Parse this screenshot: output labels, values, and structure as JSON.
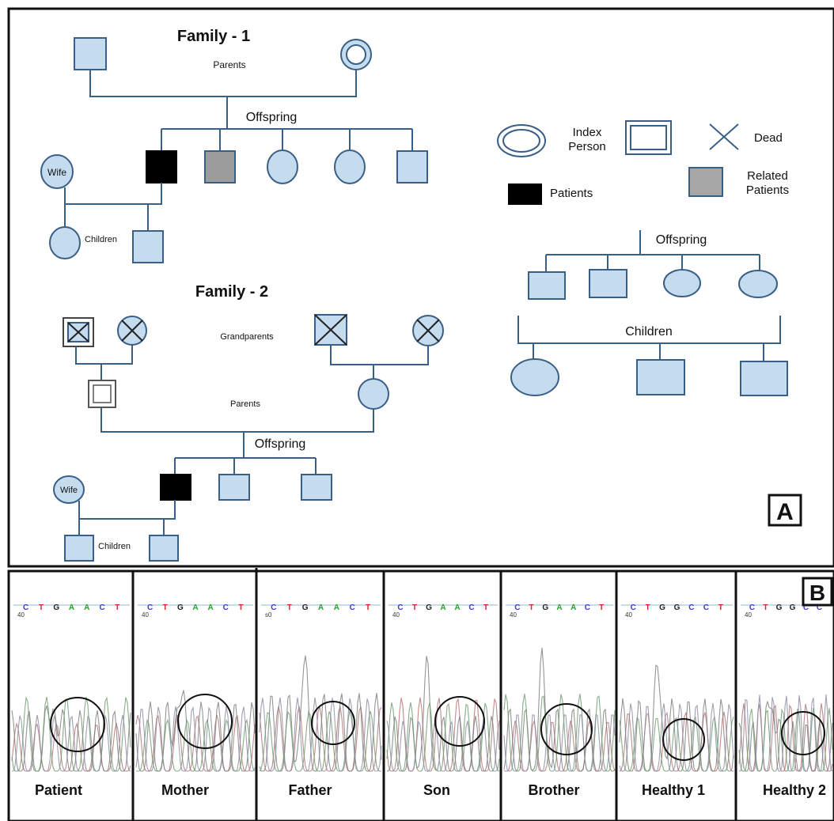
{
  "panel_a": {
    "family1": {
      "title": "Family - 1",
      "parents_label": "Parents",
      "offspring_label": "Offspring",
      "wife_label": "Wife",
      "children_label": "Children"
    },
    "family2": {
      "title": "Family - 2",
      "grandparents_label": "Grandparents",
      "parents_label": "Parents",
      "offspring_label": "Offspring",
      "wife_label": "Wife",
      "children_label": "Children"
    },
    "legend": {
      "index_line1": "Index",
      "index_line2": "Person",
      "dead": "Dead",
      "patients": "Patients",
      "related_line1": "Related",
      "related_line2": "Patients",
      "offspring_label": "Offspring",
      "children_label": "Children"
    },
    "panel_label": "A"
  },
  "panel_b": {
    "panel_label": "B",
    "seq_mutant": [
      "C",
      "T",
      "G",
      "A",
      "A",
      "C",
      "T"
    ],
    "seq_healthy": [
      "C",
      "T",
      "G",
      "G",
      "C",
      "C",
      "T"
    ],
    "seq_healthy2": [
      "C",
      "T",
      "G",
      "G",
      "C",
      "C"
    ],
    "pos_label": "40",
    "pos_label_father": "s0",
    "base_colors": {
      "A": "#2ca02c",
      "C": "#3a3ad8",
      "G": "#222222",
      "T": "#d62728"
    },
    "samples": [
      "Patient",
      "Mother",
      "Father",
      "Son",
      "Brother",
      "Healthy 1",
      "Healthy 2"
    ]
  }
}
